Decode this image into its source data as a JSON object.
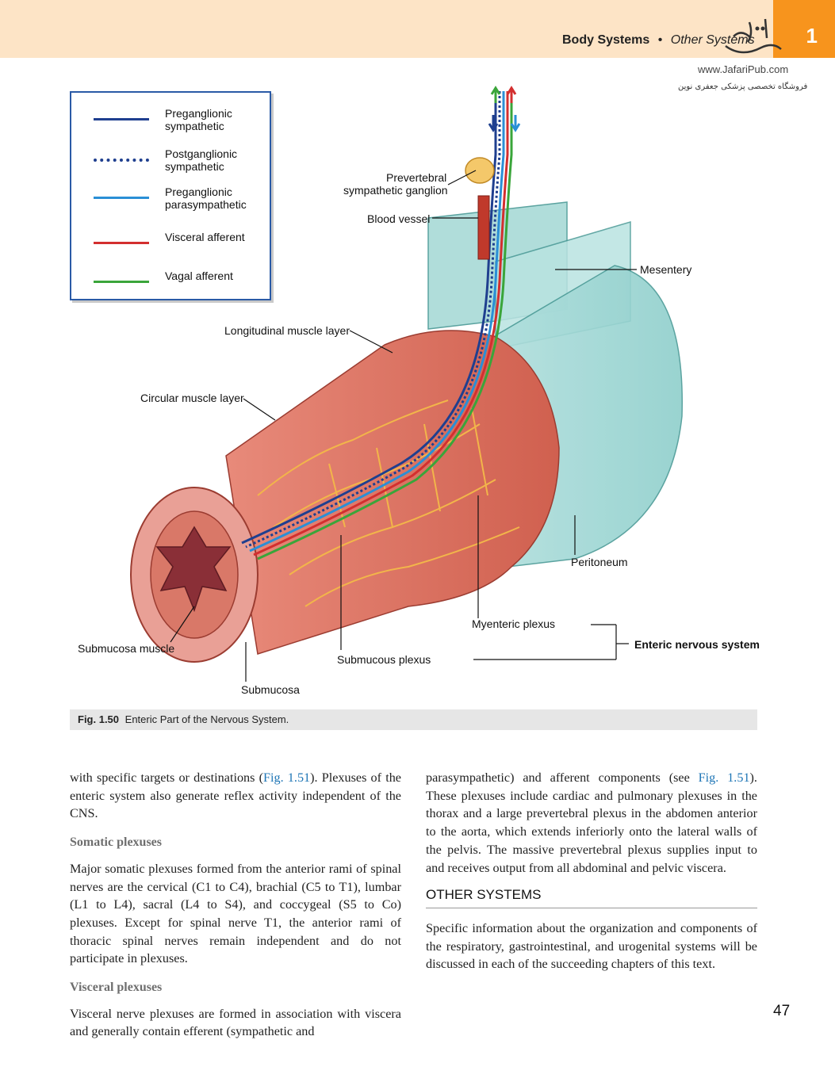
{
  "header": {
    "section": "Body Systems",
    "bullet": "•",
    "subsection": "Other Systems",
    "chapter_number": "1",
    "watermark_url": "www.JafariPub.com",
    "watermark_text": "فروشگاه تخصصی پزشکی جعفری نوین",
    "accent_color": "#f7941d",
    "band_color": "#fde4c6"
  },
  "figure": {
    "legend": [
      {
        "label_1": "Preganglionic",
        "label_2": "sympathetic",
        "color": "#1f3f8f",
        "style": "solid"
      },
      {
        "label_1": "Postganglionic",
        "label_2": "sympathetic",
        "color": "#1f3f8f",
        "style": "dotted"
      },
      {
        "label_1": "Preganglionic",
        "label_2": "parasympathetic",
        "color": "#2a8fd6",
        "style": "solid"
      },
      {
        "label_1": "Visceral afferent",
        "label_2": "",
        "color": "#d32f2f",
        "style": "solid"
      },
      {
        "label_1": "Vagal afferent",
        "label_2": "",
        "color": "#3aa53a",
        "style": "solid"
      }
    ],
    "labels": {
      "prevertebral_1": "Prevertebral",
      "prevertebral_2": "sympathetic ganglion",
      "blood_vessel": "Blood vessel",
      "mesentery": "Mesentery",
      "longitudinal": "Longitudinal muscle layer",
      "circular": "Circular muscle layer",
      "peritoneum": "Peritoneum",
      "myenteric": "Myenteric plexus",
      "enteric": "Enteric nervous system",
      "submucosa_muscle": "Submucosa muscle",
      "submucous_plexus": "Submucous plexus",
      "submucosa": "Submucosa"
    },
    "caption_label": "Fig. 1.50",
    "caption_text": "Enteric Part of the Nervous System."
  },
  "left_column": {
    "p1_a": "with specific targets or destinations (",
    "p1_ref": "Fig. 1.51",
    "p1_b": "). Plexuses of the enteric system also generate reflex activity independent of the CNS.",
    "h_somatic": "Somatic plexuses",
    "p2": "Major somatic plexuses formed from the anterior rami of spinal nerves are the cervical (C1 to C4), brachial (C5 to T1), lumbar (L1 to L4), sacral (L4 to S4), and coccygeal (S5 to Co) plexuses. Except for spinal nerve T1, the anterior rami of thoracic spinal nerves remain independent and do not participate in plexuses.",
    "h_visceral": "Visceral plexuses",
    "p3": "Visceral nerve plexuses are formed in association with viscera and generally contain efferent (sympathetic and"
  },
  "right_column": {
    "p1_a": "parasympathetic) and afferent components (see ",
    "p1_ref": "Fig. 1.51",
    "p1_b": "). These plexuses include cardiac and pulmonary plexuses in the thorax and a large prevertebral plexus in the abdomen anterior to the aorta, which extends inferiorly onto the lateral walls of the pelvis. The massive prevertebral plexus supplies input to and receives output from all abdominal and pelvic viscera.",
    "h_other": "OTHER SYSTEMS",
    "p2": "Specific information about the organization and components of the respiratory, gastrointestinal, and urogenital systems will be discussed in each of the succeeding chapters of this text."
  },
  "page_number": "47"
}
